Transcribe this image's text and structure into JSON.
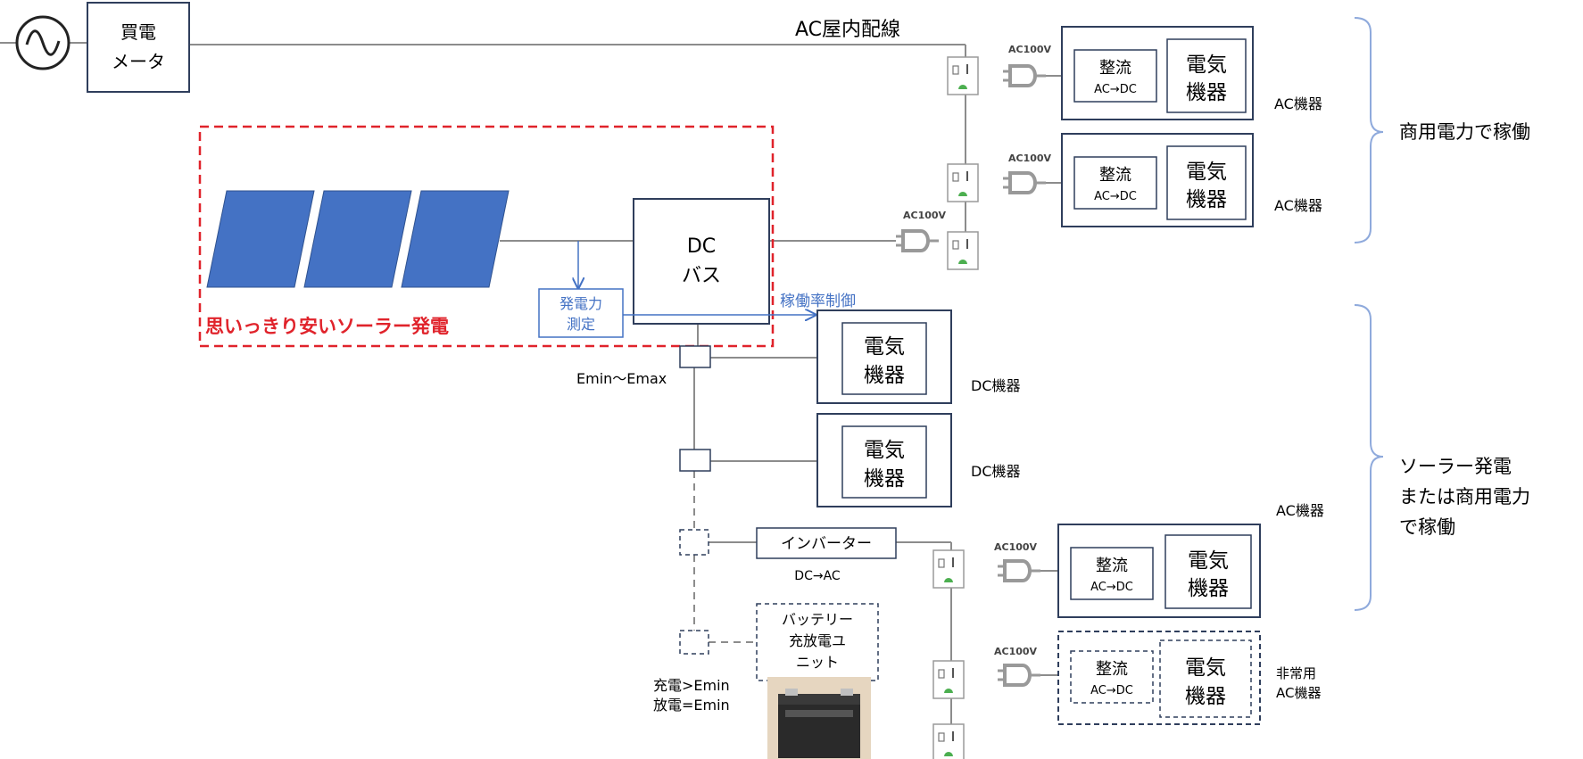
{
  "meter": {
    "line1": "買電",
    "line2": "メータ"
  },
  "ac_wiring_label": "AC屋内配線",
  "outlet_label": "AC100V",
  "rectifier": {
    "title": "整流",
    "sub": "AC→DC"
  },
  "appliance": {
    "line1": "電気",
    "line2": "機器"
  },
  "solar_box_label": "思いっきり安いソーラー発電",
  "dc_bus": {
    "line1": "DC",
    "line2": "バス"
  },
  "power_measure": {
    "line1": "発電力",
    "line2": "測定"
  },
  "rate_control_label": "稼働率制御",
  "emin_emax_label": "Emin〜Emax",
  "inverter": {
    "label": "インバーター",
    "sub": "DC→AC"
  },
  "battery_unit": {
    "line1": "バッテリー",
    "line2": "充放電ユ",
    "line3": "ニット"
  },
  "charge_label": "充電>Emin",
  "discharge_label": "放電=Emin",
  "device_labels": {
    "ac": "AC機器",
    "dc": "DC機器",
    "emergency_line1": "非常用",
    "emergency_line2": "AC機器"
  },
  "group_labels": {
    "commercial": "商用電力で稼働",
    "mixed_line1": "ソーラー発電",
    "mixed_line2": "または商用電力",
    "mixed_line3": "で稼働"
  },
  "colors": {
    "line": "#8c8c8c",
    "box_border": "#2f3e5c",
    "solar_panel": "#4472c4",
    "red_dashed": "#e0232b",
    "blue_text": "#4472c4",
    "bracket": "#8faadc"
  }
}
